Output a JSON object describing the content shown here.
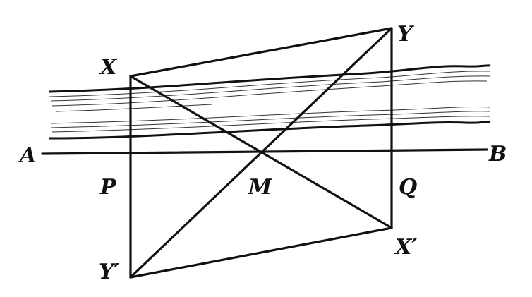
{
  "labels": {
    "A": "A",
    "B": "B",
    "P": "P",
    "M": "M",
    "Q": "Q",
    "X": "X",
    "Y": "Y",
    "X_prime": "X′",
    "Y_prime": "Y′"
  },
  "colors": {
    "ink": "#111111",
    "paper": "#ffffff"
  }
}
